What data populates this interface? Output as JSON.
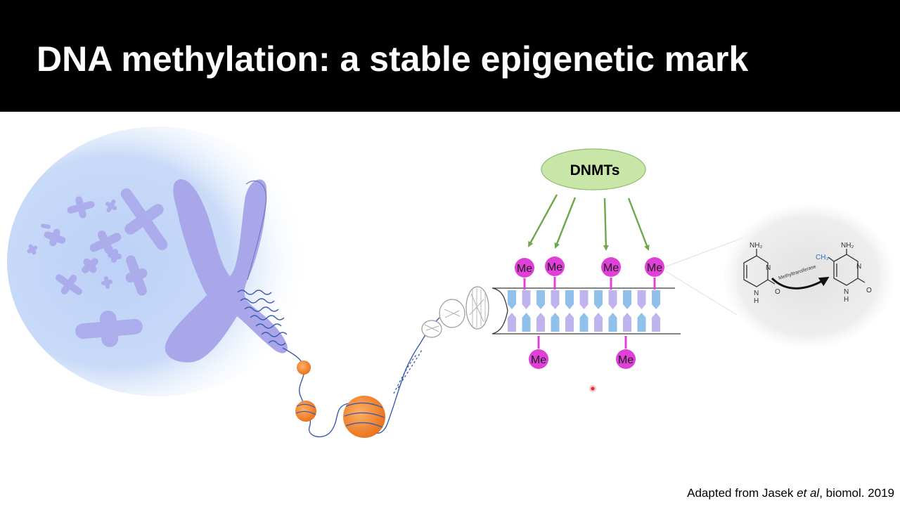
{
  "slide": {
    "title": "DNA methylation: a stable epigenetic mark"
  },
  "diagram": {
    "enzyme_label": "DNMTs",
    "methyl_label": "Me",
    "reaction": {
      "amine_left": "NH₂",
      "amine_right": "NH₂",
      "methyl_group": "CH₃",
      "arrow_label": "Methyltransferase",
      "atom_n": "N",
      "atom_nh": "NH",
      "atom_h": "H",
      "atom_o": "O"
    }
  },
  "citation": {
    "prefix": "Adapted from Jasek ",
    "authors_italic": "et al",
    "suffix": ", biomol. 2019"
  },
  "colors": {
    "title_bar": "#000000",
    "methyl_marker": "#e040d8",
    "enzyme_oval": "#c8e6a8",
    "arrow": "#6ea84a",
    "chromosome": "#a9a6ea",
    "nucleosome": "#f08a2c"
  }
}
